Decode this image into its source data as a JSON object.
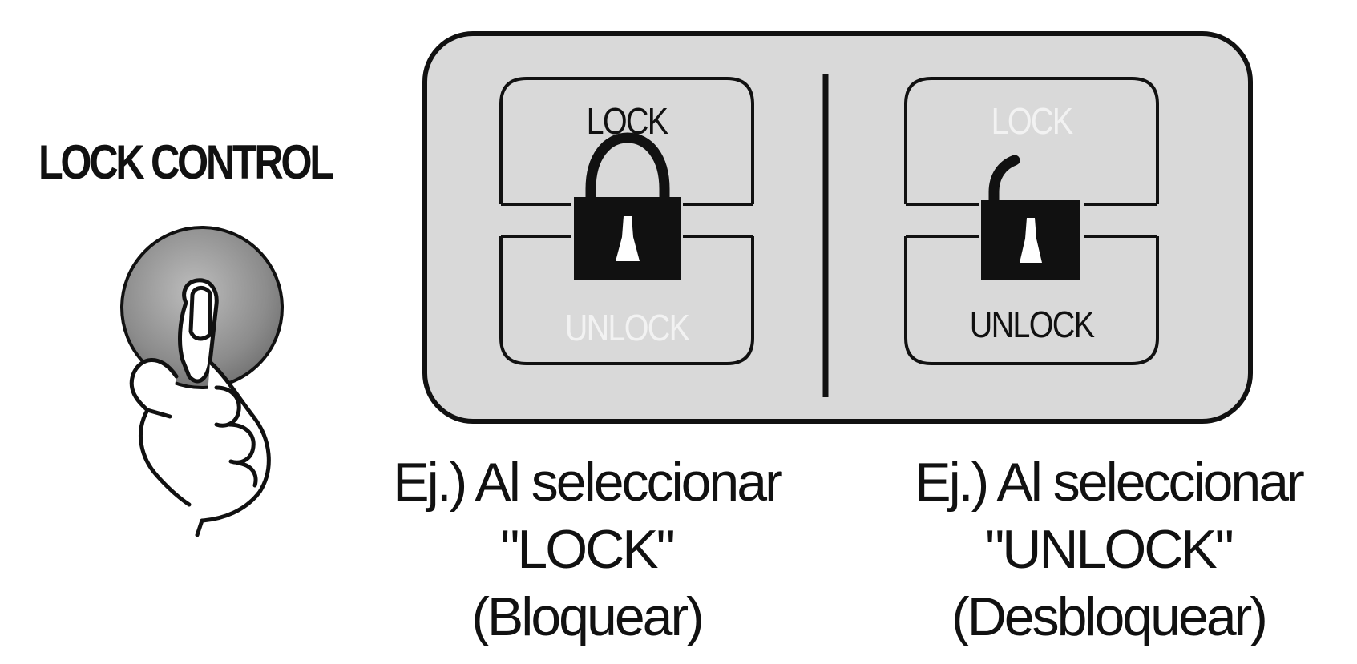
{
  "title": "LOCK CONTROL",
  "colors": {
    "panel_fill": "#d9d9d9",
    "outline": "#111111",
    "knob_fill": "#8c8c8c",
    "background": "#ffffff"
  },
  "left_option": {
    "top_label": "LOCK",
    "bottom_label": "UNLOCK",
    "active_label": "LOCK",
    "icon": "locked-padlock-icon",
    "caption": {
      "line1": "Ej.) Al seleccionar",
      "line2": "\"LOCK\"",
      "line3": "(Bloquear)"
    }
  },
  "right_option": {
    "top_label": "LOCK",
    "bottom_label": "UNLOCK",
    "active_label": "UNLOCK",
    "icon": "unlocked-padlock-icon",
    "caption": {
      "line1": "Ej.) Al seleccionar",
      "line2": "\"UNLOCK\"",
      "line3": "(Desbloquear)"
    }
  },
  "knob_icon": "pressing-finger-icon"
}
